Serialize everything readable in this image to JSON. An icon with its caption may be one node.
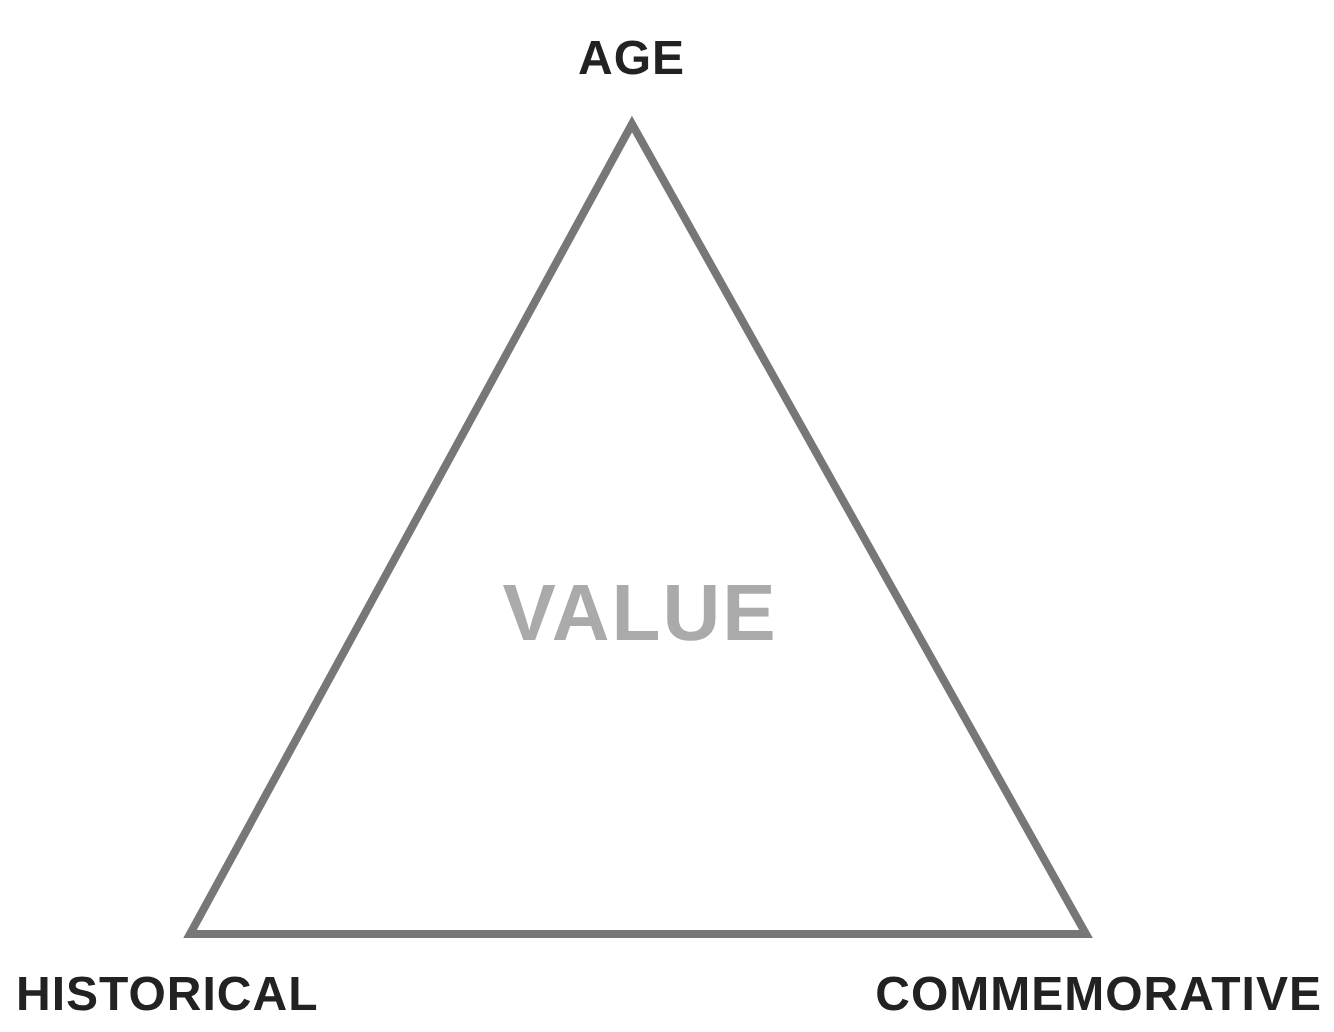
{
  "diagram": {
    "nodes": [
      {
        "text": [
          "VALUE"
        ]
      }
    ],
    "labels": [
      "AGE",
      "HISTORICAL",
      "COMMEMORATIVE"
    ]
  }
}
